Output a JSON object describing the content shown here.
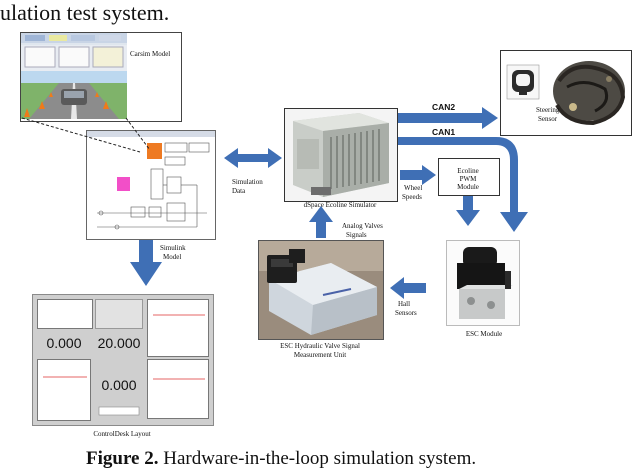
{
  "header_text": "ulation test system.",
  "caption": {
    "label": "Figure 2.",
    "text": " Hardware-in-the-loop simulation system."
  },
  "labels": {
    "carsim": "Carsim Model",
    "simulink": [
      "Simulink",
      "Model"
    ],
    "controldesk": "ControlDesk Layout",
    "simulation_data": [
      "Simulation",
      "Data"
    ],
    "dspace": "dSpace Ecoline Simulator",
    "can2": "CAN2",
    "can1": "CAN1",
    "steering": [
      "Steering",
      "Sensor"
    ],
    "wheel_speeds": [
      "Wheel",
      "Speeds"
    ],
    "pwm": [
      "Ecoline",
      "PWM",
      "Module"
    ],
    "analog": [
      "Analog Valves",
      "Signals"
    ],
    "hall": [
      "Hall",
      "Sensors"
    ],
    "esc": "ESC Module",
    "hydro": [
      "ESC Hydraulic Valve Signal",
      "Measurement Unit"
    ]
  },
  "controldesk_values": {
    "v1": "0.000",
    "v2": "20.000",
    "v3": "0.000"
  },
  "colors": {
    "arrow": "#3f6fb5",
    "orange": "#ee7a22",
    "magenta": "#f24fc8",
    "box_border": "#333333"
  }
}
